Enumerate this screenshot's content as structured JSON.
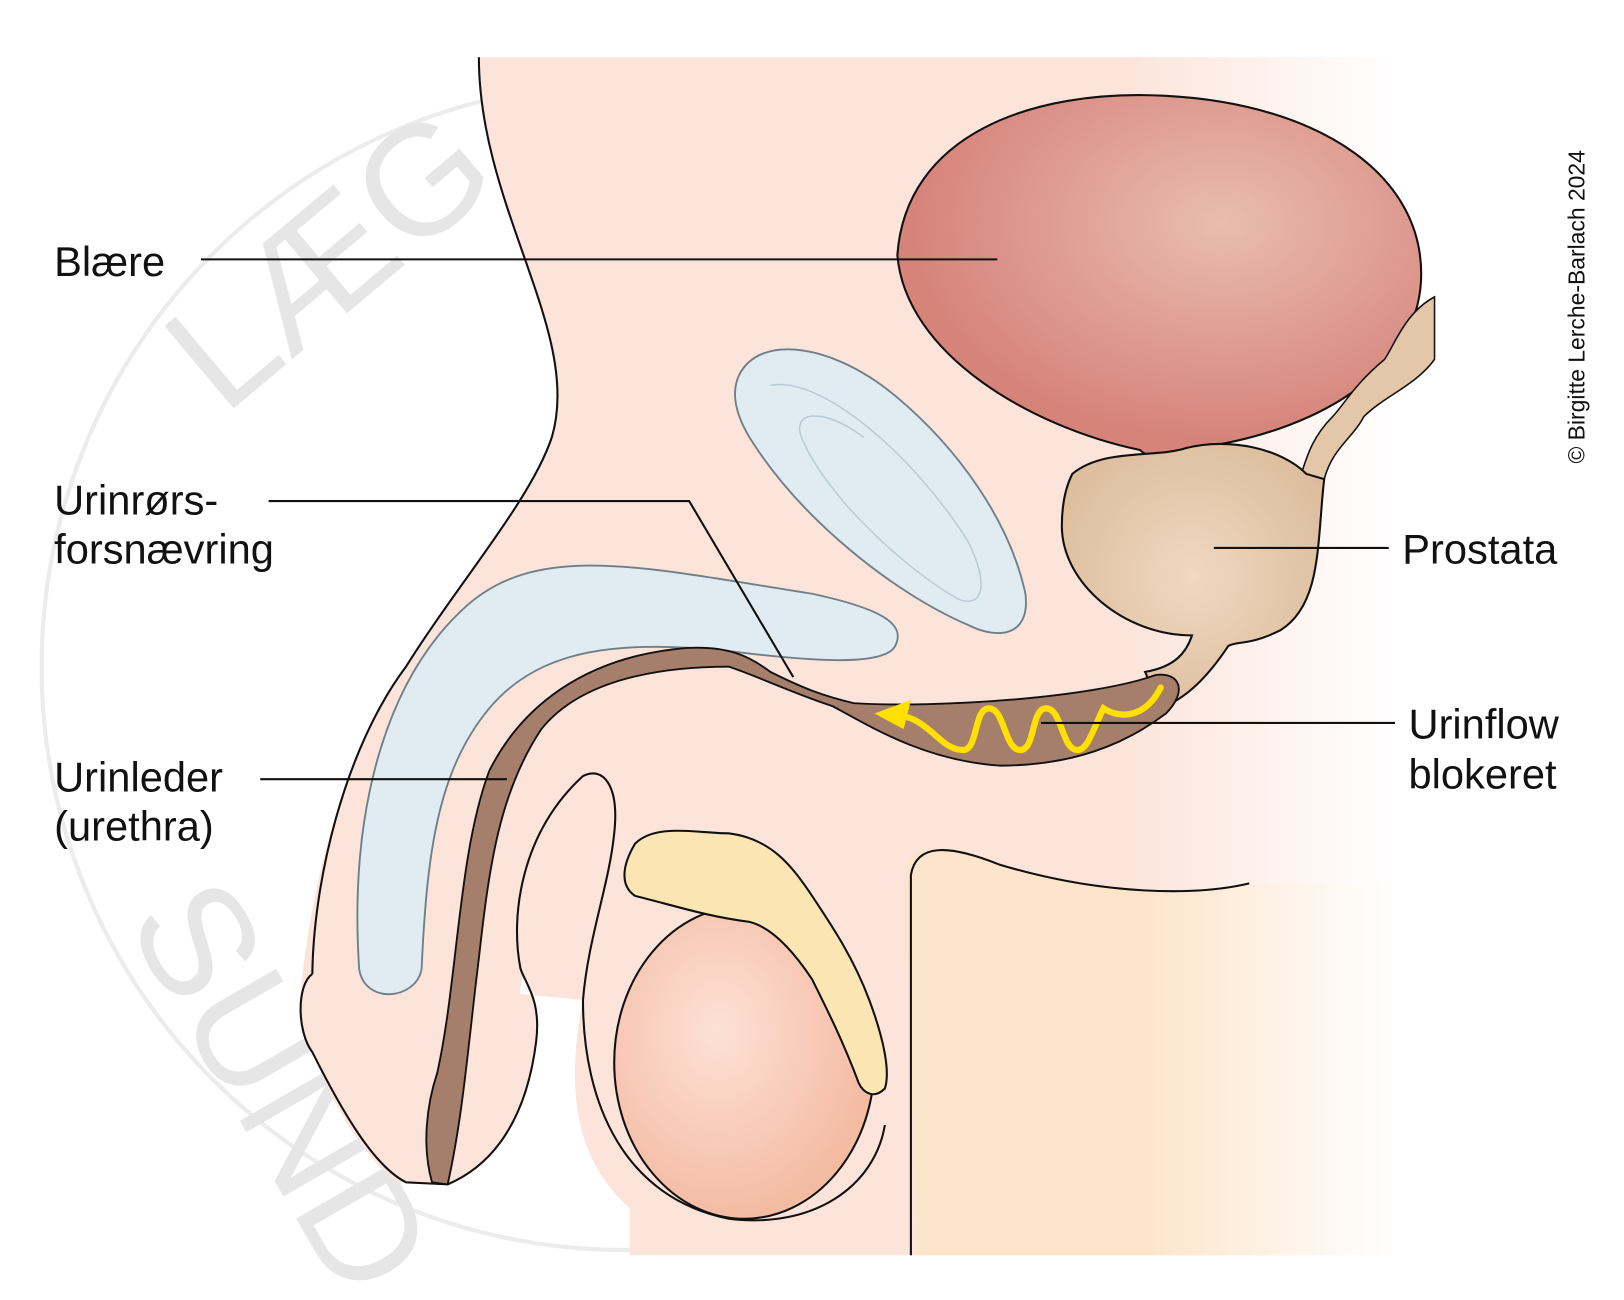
{
  "title": "Urinrørsforsnævring",
  "labels": {
    "bladder": "Blære",
    "stricture_line1": "Urinrørs-",
    "stricture_line2": "forsnævring",
    "urethra_line1": "Urinleder",
    "urethra_line2": "(urethra)",
    "prostate": "Prostata",
    "blocked_line1": "Urinflow",
    "blocked_line2": "blokeret"
  },
  "copyright": "© Birgitte Lerche-Barlach 2024",
  "watermark": {
    "top": "LÆG",
    "bottom": "SUND"
  },
  "colors": {
    "skin": "#fce4da",
    "bladder": "#d98a7e",
    "prostate": "#e4c6a8",
    "urethra": "#a57f6c",
    "flow_arrow": "#ffe000",
    "erectile": "#e1ecf2",
    "testis": "#f7c9b3",
    "epididymis": "#fbe6b3"
  }
}
